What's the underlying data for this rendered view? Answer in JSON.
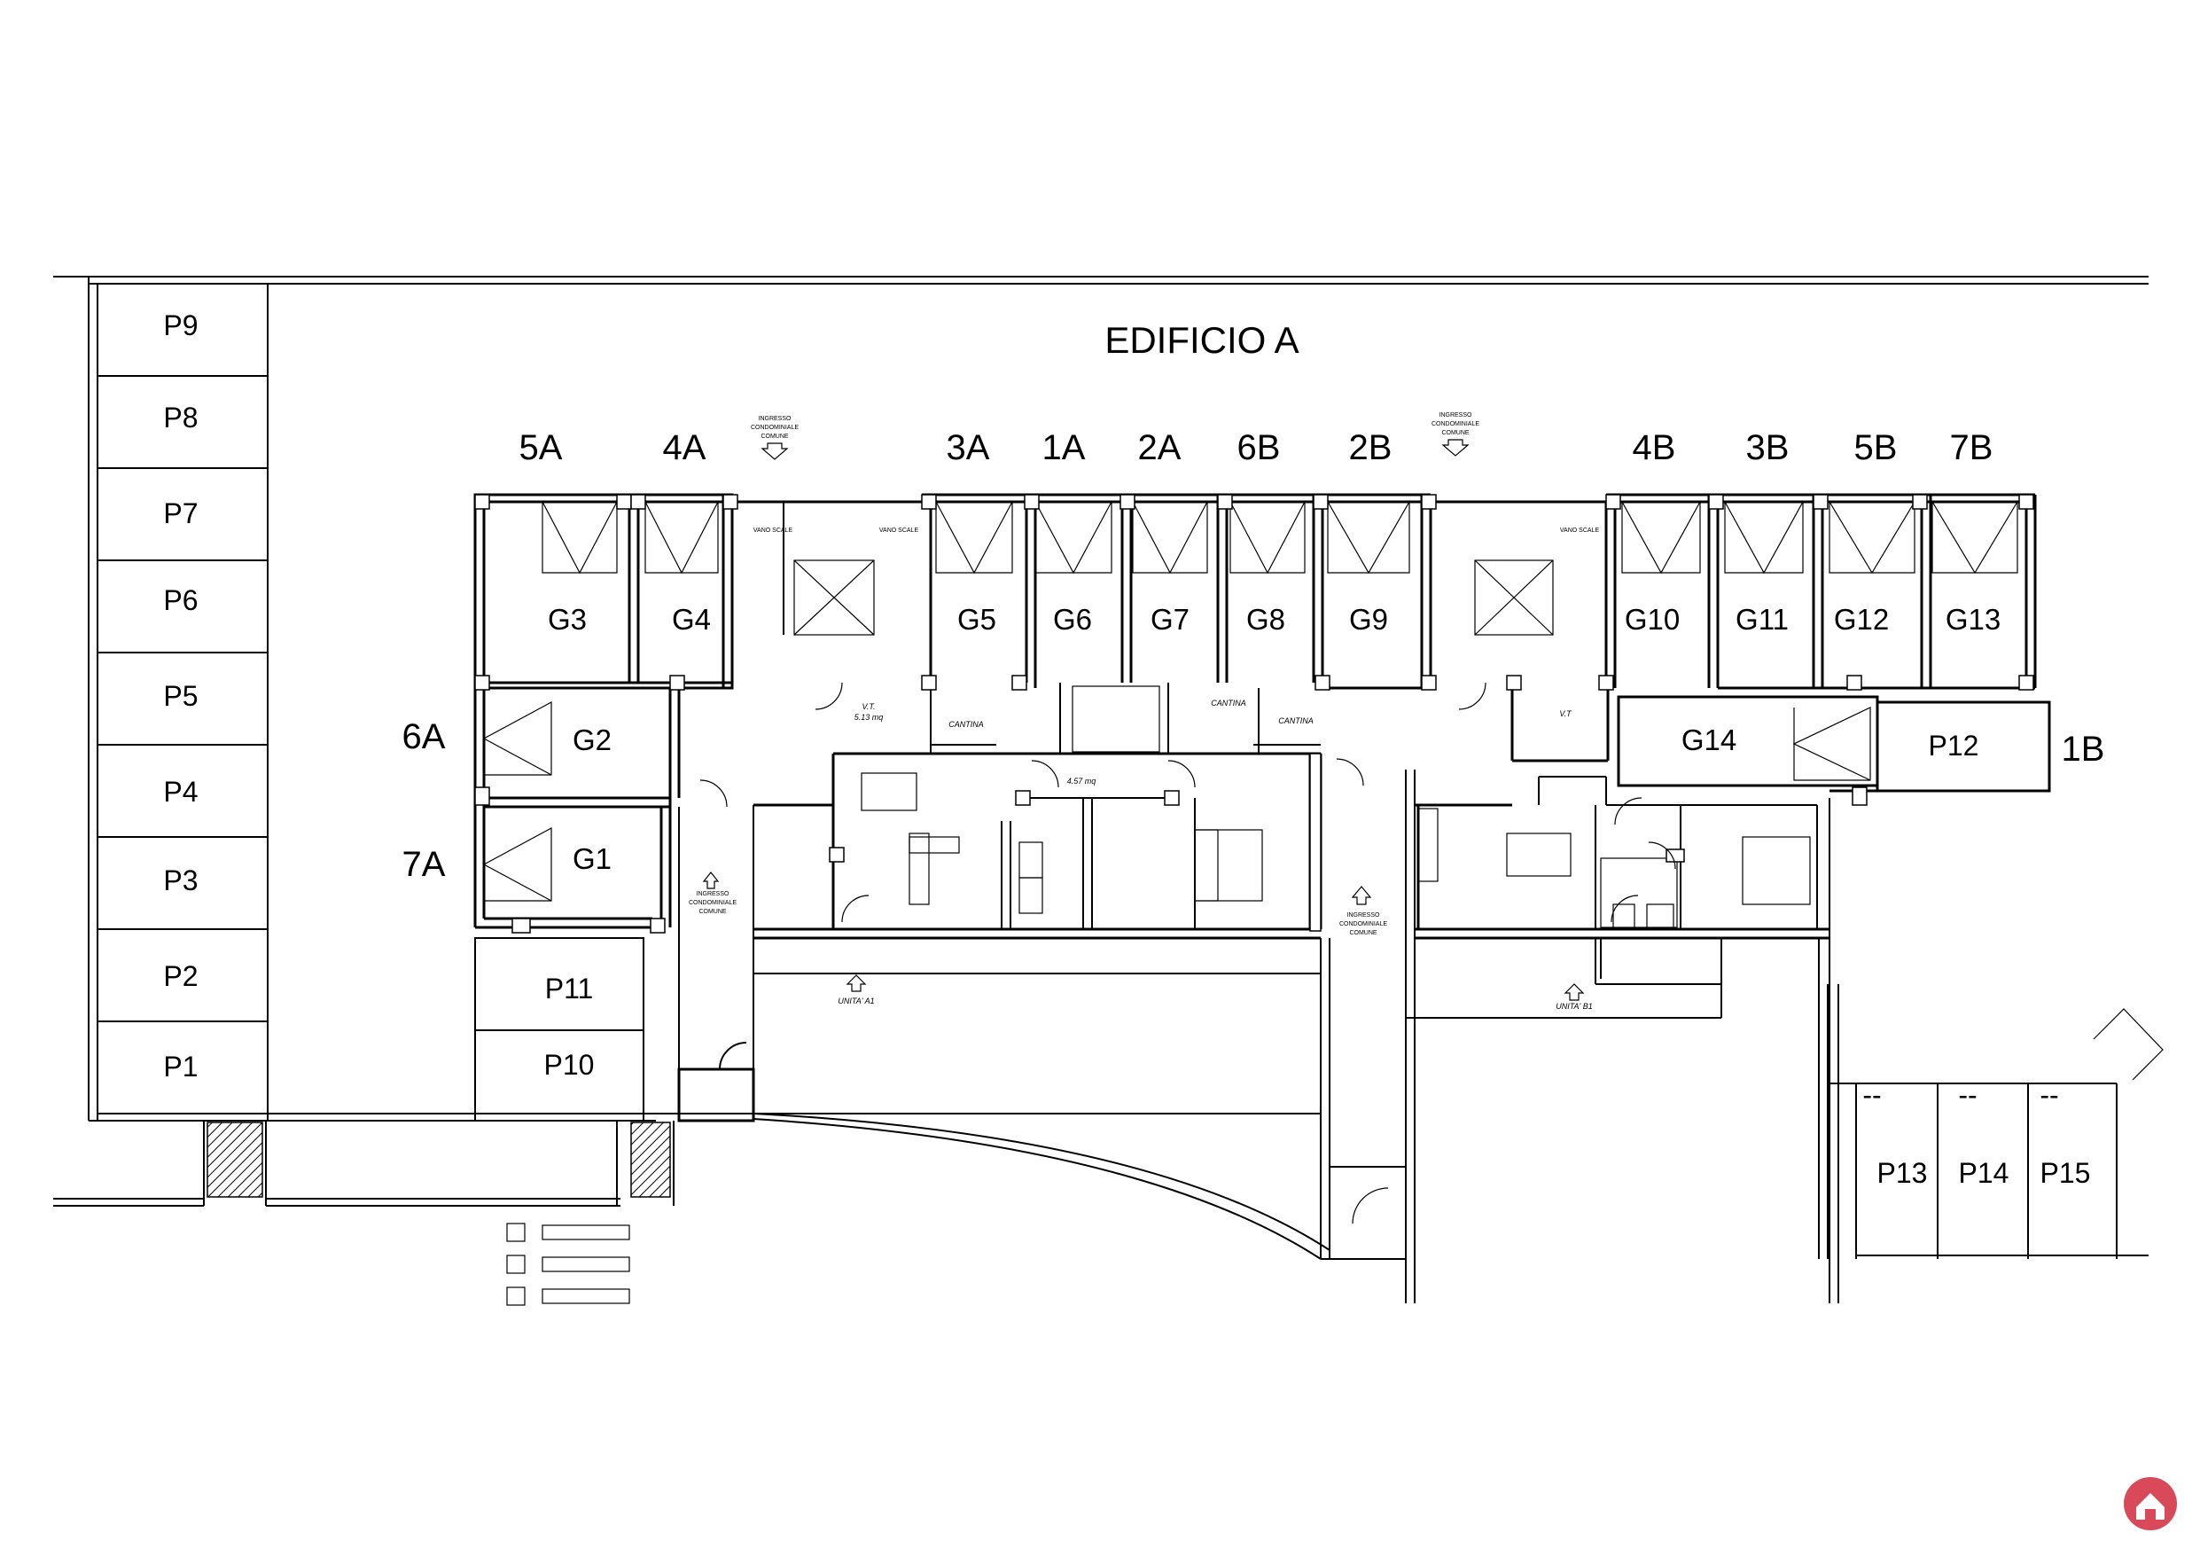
{
  "title": "EDIFICIO A",
  "parking_left": [
    "P9",
    "P8",
    "P7",
    "P6",
    "P5",
    "P4",
    "P3",
    "P2",
    "P1"
  ],
  "parking_mid": [
    "P11",
    "P10"
  ],
  "parking_right": [
    "P13",
    "P14",
    "P15"
  ],
  "parking_p12": "P12",
  "units_top": [
    "5A",
    "4A",
    "3A",
    "1A",
    "2A",
    "6B",
    "2B",
    "4B",
    "3B",
    "5B",
    "7B"
  ],
  "units_side": [
    "6A",
    "7A"
  ],
  "unit_1b": "1B",
  "garages": [
    "G3",
    "G4",
    "G5",
    "G6",
    "G7",
    "G8",
    "G9",
    "G10",
    "G11",
    "G12",
    "G13"
  ],
  "garage_g1": "G1",
  "garage_g2": "G2",
  "garage_g14": "G14",
  "labels": {
    "ingresso_1": "INGRESSO CONDOMINIALE COMUNE",
    "ingresso_2": "INGRESSO CONDOMINIALE COMUNE",
    "ingresso_3": "INGRESSO CONDOMINIALE COMUNE",
    "ingresso_4": "INGRESSO CONDOMINIALE COMUNE",
    "vano_scale": "VANO SCALE",
    "vt_1": "V.T.",
    "vt_1_area": "5.13 mq",
    "vt_2": "V.T",
    "cantina": "CANTINA",
    "area_hall": "4.57 mq",
    "unita_a1": "UNITA' A1",
    "unita_b1": "UNITA' B1",
    "dash": "--"
  },
  "colors": {
    "line": "#000000",
    "logo": "#d84a5a"
  }
}
